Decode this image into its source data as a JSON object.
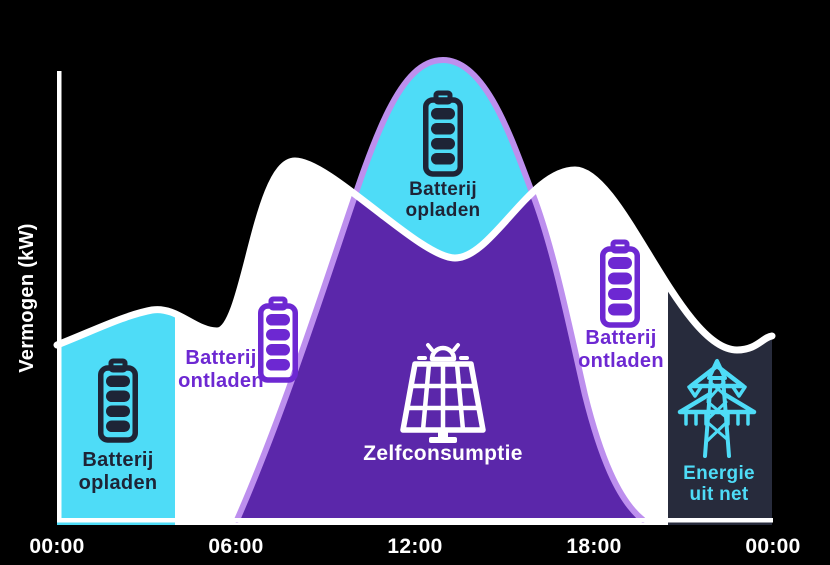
{
  "colors": {
    "background": "#000000",
    "white": "#ffffff",
    "cyan": "#4edcf7",
    "deep_purple": "#5b27aa",
    "light_purple": "#bd8fee",
    "purple": "#6d28d2",
    "dark_navy": "#272b3c",
    "icon_dark": "#1e2436"
  },
  "axes": {
    "y_label": "Vermogen (kW)",
    "x_tick_0": "00:00",
    "x_tick_1": "06:00",
    "x_tick_2": "12:00",
    "x_tick_3": "18:00",
    "x_tick_4": "00:00"
  },
  "regions": {
    "charge_night": {
      "line1": "Batterij",
      "line2": "opladen",
      "icon": "battery-icon"
    },
    "discharge_morning": {
      "line1": "Batterij",
      "line2": "ontladen",
      "icon": "battery-icon"
    },
    "self_consumption": {
      "label": "Zelfconsumptie",
      "icon": "solar-panel-icon"
    },
    "charge_midday": {
      "line1": "Batterij",
      "line2": "opladen",
      "icon": "battery-icon"
    },
    "discharge_evening": {
      "line1": "Batterij",
      "line2": "ontladen",
      "icon": "battery-icon"
    },
    "grid_import": {
      "line1": "Energie",
      "line2": "uit net",
      "icon": "electricity-pylon-icon"
    }
  },
  "chart_data": {
    "type": "area",
    "title": "",
    "xlabel": "",
    "ylabel": "Vermogen (kW)",
    "x_ticks": [
      "00:00",
      "06:00",
      "12:00",
      "18:00",
      "00:00"
    ],
    "x_unit": "time of day (hours 0-24)",
    "y_unit": "relative power, axis unlabeled (0 = baseline, 1 = solar peak)",
    "grid": false,
    "legend_position": "none",
    "series": [
      {
        "name": "consumption (white curve)",
        "color": "#ffffff",
        "x": [
          0,
          3.2,
          5.4,
          8.0,
          13.3,
          17.4,
          22.8,
          24
        ],
        "y": [
          0.38,
          0.46,
          0.41,
          0.78,
          0.57,
          0.76,
          0.37,
          0.4
        ]
      },
      {
        "name": "solar production (light-purple outlined bell)",
        "color": "#bd8fee",
        "x": [
          6.0,
          8.0,
          9.9,
          12.9,
          16.0,
          18.2,
          19.6
        ],
        "y": [
          0,
          0.25,
          0.67,
          1.0,
          0.72,
          0.13,
          0
        ]
      }
    ],
    "zones": [
      {
        "label": "Batterij opladen",
        "hours": [
          0,
          4
        ],
        "fill_color": "#4edcf7",
        "position": "under consumption curve, left"
      },
      {
        "label": "Batterij ontladen",
        "hours": [
          4,
          9.9
        ],
        "fill_color": "#ffffff",
        "position": "under consumption curve, above solar"
      },
      {
        "label": "Zelfconsumptie",
        "hours": [
          6,
          19.6
        ],
        "fill_color": "#5b27aa",
        "position": "under both curves (min of solar & consumption)"
      },
      {
        "label": "Batterij opladen",
        "hours": [
          9.9,
          16
        ],
        "fill_color": "#4edcf7",
        "position": "solar above consumption curve"
      },
      {
        "label": "Batterij ontladen",
        "hours": [
          16,
          20.5
        ],
        "fill_color": "#ffffff",
        "position": "under consumption curve, above solar"
      },
      {
        "label": "Energie uit net",
        "hours": [
          20.5,
          24
        ],
        "fill_color": "#272b3c",
        "position": "under consumption curve, right"
      }
    ]
  }
}
